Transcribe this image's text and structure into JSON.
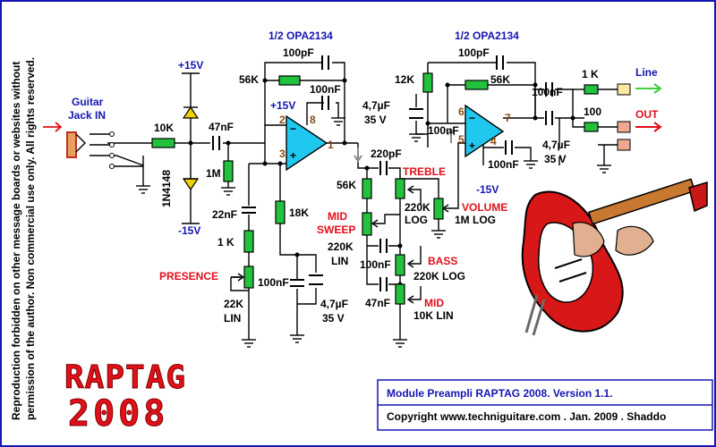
{
  "side_text": {
    "line1": "Reproduction forbidden on other message boards or websites without",
    "line2": "permission of the author. Non commercial use only. All rights reserved."
  },
  "opamp_left": "1/2 OPA2134",
  "opamp_right": "1/2 OPA2134",
  "input": {
    "line1": "Guitar",
    "line2": "Jack IN"
  },
  "supply": {
    "plus": "+15V",
    "minus": "-15V",
    "plus_op": "+15V",
    "minus_op": "-15V"
  },
  "components": {
    "r10k": "10K",
    "diode": "1N4148",
    "c47nf_in": "47nF",
    "r1m": "1M",
    "c100pf_left": "100pF",
    "r56k_left": "56K",
    "c100nf_left": "100nF",
    "c22nf": "22nF",
    "r1k_pres": "1 K",
    "r18k": "18K",
    "presence": "PRESENCE",
    "pres_val1": "22K",
    "pres_val2": "LIN",
    "c100nf_bot": "100nF",
    "c47uf_bot1": "4,7µF",
    "c47uf_bot2": "35 V",
    "c220pf": "220pF",
    "r56k_tone": "56K",
    "treble": "TREBLE",
    "treble_val1": "220K",
    "treble_val2": "LOG",
    "mid_sweep1": "MID",
    "mid_sweep2": "SWEEP",
    "sweep_val1": "220K",
    "sweep_val2": "LIN",
    "c100nf_tone": "100nF",
    "bass": "BASS",
    "bass_val": "220K LOG",
    "c47nf_tone": "47nF",
    "mid": "MID",
    "mid_val": "10K LIN",
    "volume": "VOLUME",
    "volume_val": "1M LOG",
    "r12k": "12K",
    "c47uf_right1": "4,7µF",
    "c47uf_right2": "35 V",
    "c100pf_right": "100pF",
    "r56k_right": "56K",
    "c100nf_fb": "100nF",
    "c100nf_pwr_r": "100nF",
    "c100nf_out": "100nF",
    "c47uf_out1": "4,7µF",
    "c47uf_out2": "35 V",
    "r1k_line": "1 K",
    "r100_out": "100"
  },
  "pins": {
    "p2": "2",
    "p3": "3",
    "p8": "8",
    "p1": "1",
    "p6": "6",
    "p5": "5",
    "p4": "4",
    "p7": "7"
  },
  "outputs": {
    "line": "Line",
    "out": "OUT"
  },
  "logo": {
    "line1": "RAPTAG",
    "line2": "2008"
  },
  "title_box": {
    "title": "Module Preampli RAPTAG 2008. Version 1.1.",
    "copyright": "Copyright www.techniguitare.com . Jan. 2009 . Shaddo"
  },
  "colors": {
    "frame": "#1515b4",
    "label_blue": "#1515b4",
    "label_red": "#e0101a",
    "pin": "#8b4a12",
    "resistor": "#22c23e",
    "opamp": "#20c8f0"
  }
}
